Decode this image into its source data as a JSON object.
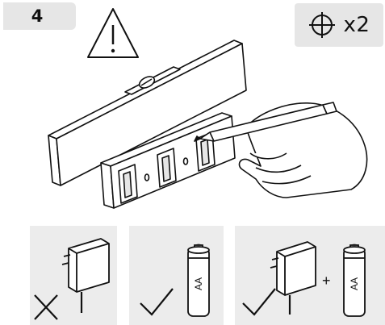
{
  "step": {
    "number": "4"
  },
  "quantity": {
    "label": "x2"
  },
  "panels": {
    "battery_label": "AA",
    "combined_separator": "+"
  },
  "icons": {
    "warning": "warning-triangle-icon",
    "screw": "crosshair-screw-icon",
    "not_allowed": "cross-mark-icon",
    "allowed": "check-mark-icon",
    "adapter": "power-adapter-icon",
    "battery": "aa-battery-icon"
  },
  "colors": {
    "panel_bg": "#ececec",
    "badge_bg": "#e6e6e6",
    "line": "#111111"
  }
}
